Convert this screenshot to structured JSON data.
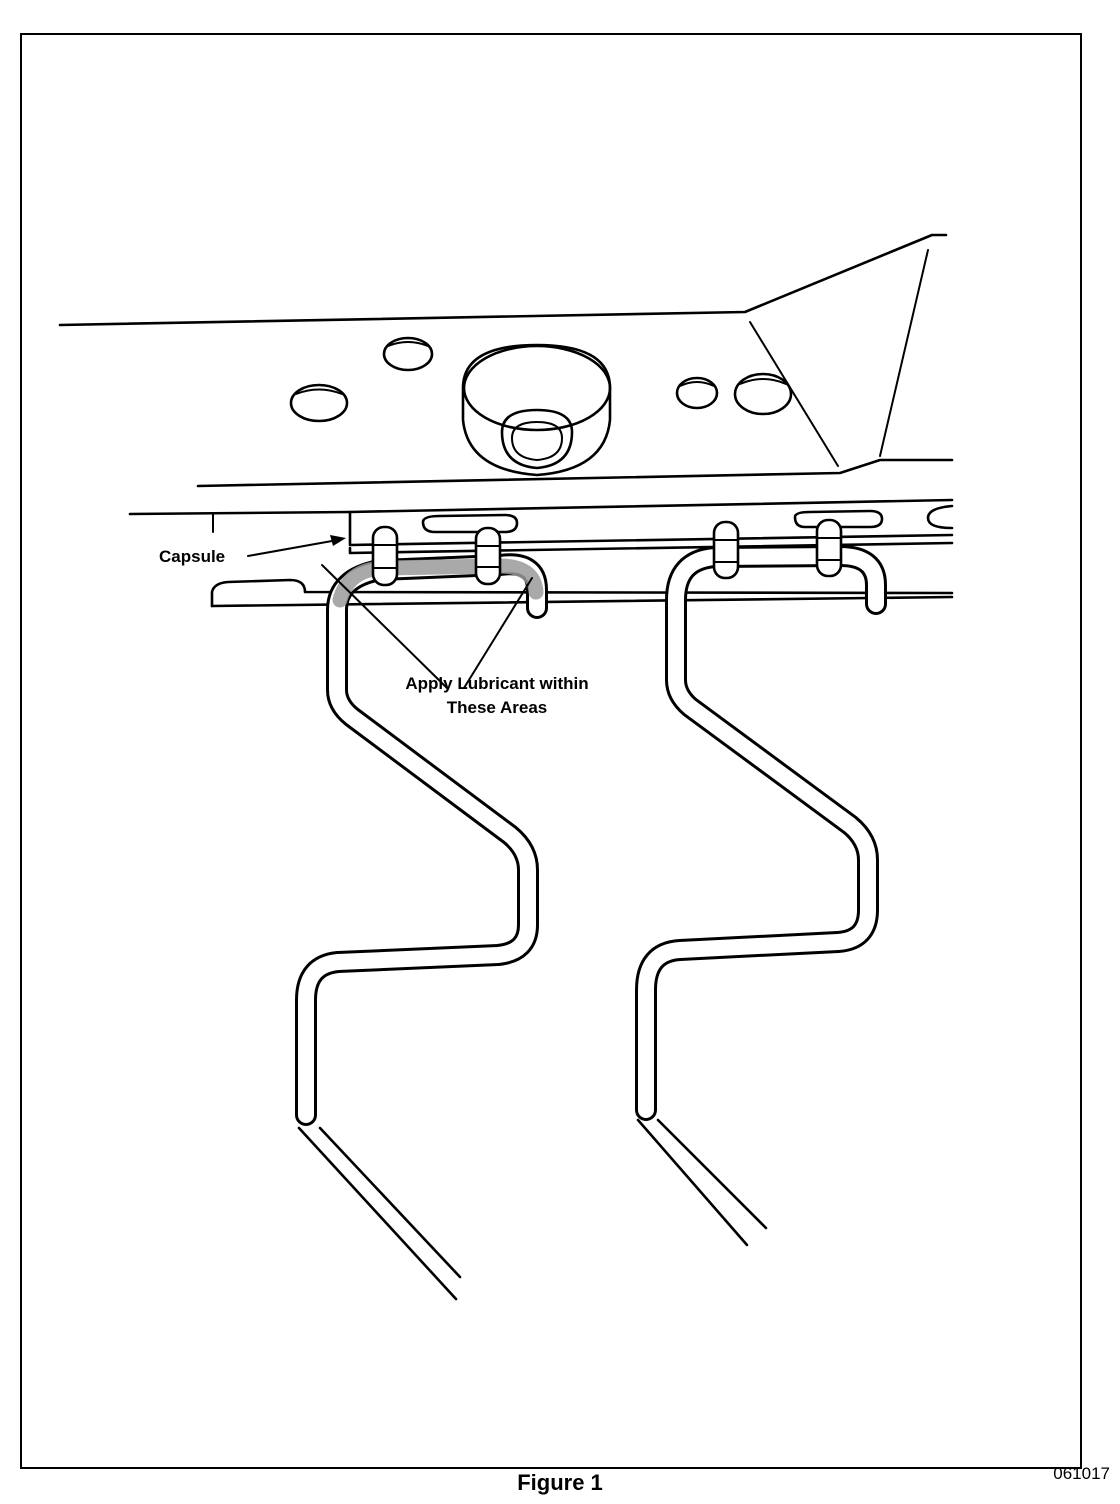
{
  "figure": {
    "caption": "Figure 1",
    "code": "061017"
  },
  "callouts": {
    "capsule": "Capsule",
    "lubricant_line1": "Apply Lubricant within",
    "lubricant_line2": "These Areas"
  }
}
